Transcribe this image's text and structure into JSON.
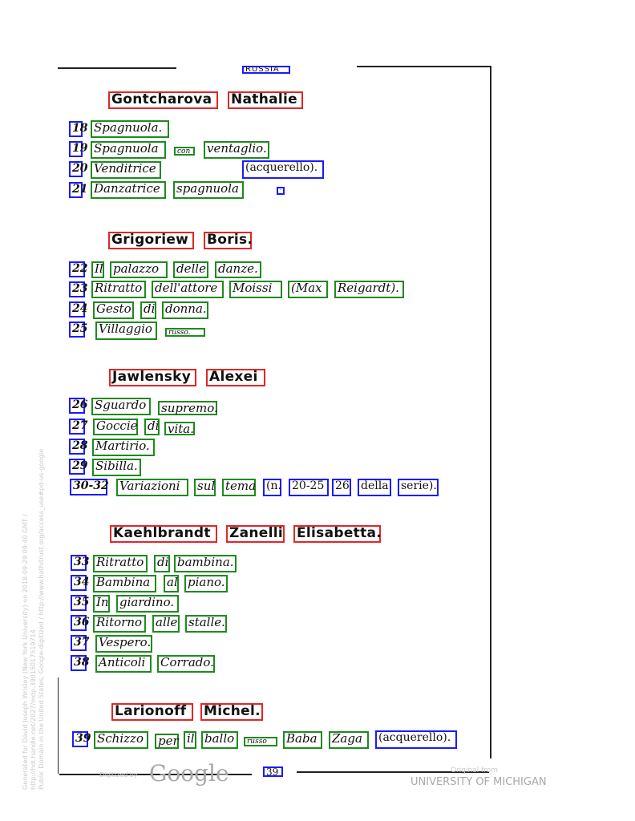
{
  "header_word": "RUSSIA",
  "page_number": "39",
  "watermarks": {
    "side_line1": "Generated for David Joseph Wrisley (New York University) on 2018-09-29 09:40 GMT / http://hdl.handle.net/2027/mdp.39015017519714",
    "side_line2": "Public Domain in the United States, Google-digitized / http://www.hathitrust.org/access_use#pd-us-google",
    "digitized_by": "Digitized by",
    "google": "Google",
    "original_from": "Original from",
    "university": "UNIVERSITY OF MICHIGAN"
  },
  "artists": [
    {
      "surname": "Gontcharova",
      "first": "Nathalie",
      "works": [
        {
          "num": "18",
          "words": [
            "Spagnuola."
          ]
        },
        {
          "num": "19",
          "words": [
            "Spagnuola",
            "con",
            "ventaglio."
          ]
        },
        {
          "num": "20",
          "words": [
            "Venditrice"
          ],
          "note": "(acquerello)."
        },
        {
          "num": "21",
          "words": [
            "Danzatrice",
            "spagnuola"
          ],
          "mark": "·"
        }
      ]
    },
    {
      "surname": "Grigoriew",
      "first": "Boris.",
      "works": [
        {
          "num": "22",
          "words": [
            "Il",
            "palazzo",
            "delle",
            "danze."
          ]
        },
        {
          "num": "23",
          "words": [
            "Ritratto",
            "dell'attore",
            "Moissi",
            "(Max",
            "Reigardt)."
          ]
        },
        {
          "num": "24",
          "words": [
            "Gesto",
            "di",
            "donna."
          ]
        },
        {
          "num": "25",
          "words": [
            "Villaggio",
            "russo."
          ]
        }
      ]
    },
    {
      "surname": "Jawlensky",
      "first": "Alexei",
      "works": [
        {
          "num": "26",
          "words": [
            "Sguardo",
            "supremo."
          ]
        },
        {
          "num": "27",
          "words": [
            "Goccie",
            "di",
            "vita."
          ]
        },
        {
          "num": "28",
          "words": [
            "Martirio."
          ]
        },
        {
          "num": "29",
          "words": [
            "Sibilla."
          ]
        },
        {
          "num": "30-32",
          "words": [
            "Variazioni",
            "sul",
            "tema"
          ],
          "extra": [
            "(n.",
            "20-25",
            "26",
            "della",
            "serie)."
          ]
        }
      ]
    },
    {
      "surname": "Kaehlbrandt",
      "first": "Zanelli",
      "third": "Elisabetta.",
      "works": [
        {
          "num": "33",
          "words": [
            "Ritratto",
            "di",
            "bambina."
          ]
        },
        {
          "num": "34",
          "words": [
            "Bambina",
            "al",
            "piano."
          ]
        },
        {
          "num": "35",
          "words": [
            "In",
            "giardino."
          ]
        },
        {
          "num": "36",
          "words": [
            "Ritorno",
            "alle",
            "stalle."
          ]
        },
        {
          "num": "37",
          "words": [
            "Vespero."
          ]
        },
        {
          "num": "38",
          "words": [
            "Anticoli",
            "Corrado."
          ]
        }
      ]
    },
    {
      "surname": "Larionoff",
      "first": "Michel.",
      "works": [
        {
          "num": "39",
          "words": [
            "Schizzo",
            "per",
            "il",
            "ballo",
            "russo",
            "Baba",
            "Zaga"
          ],
          "note": "(acquerello)."
        }
      ]
    }
  ],
  "colors": {
    "heading_box": "#e32626",
    "word_box": "#1e8a1e",
    "number_box": "#1a1aff"
  }
}
